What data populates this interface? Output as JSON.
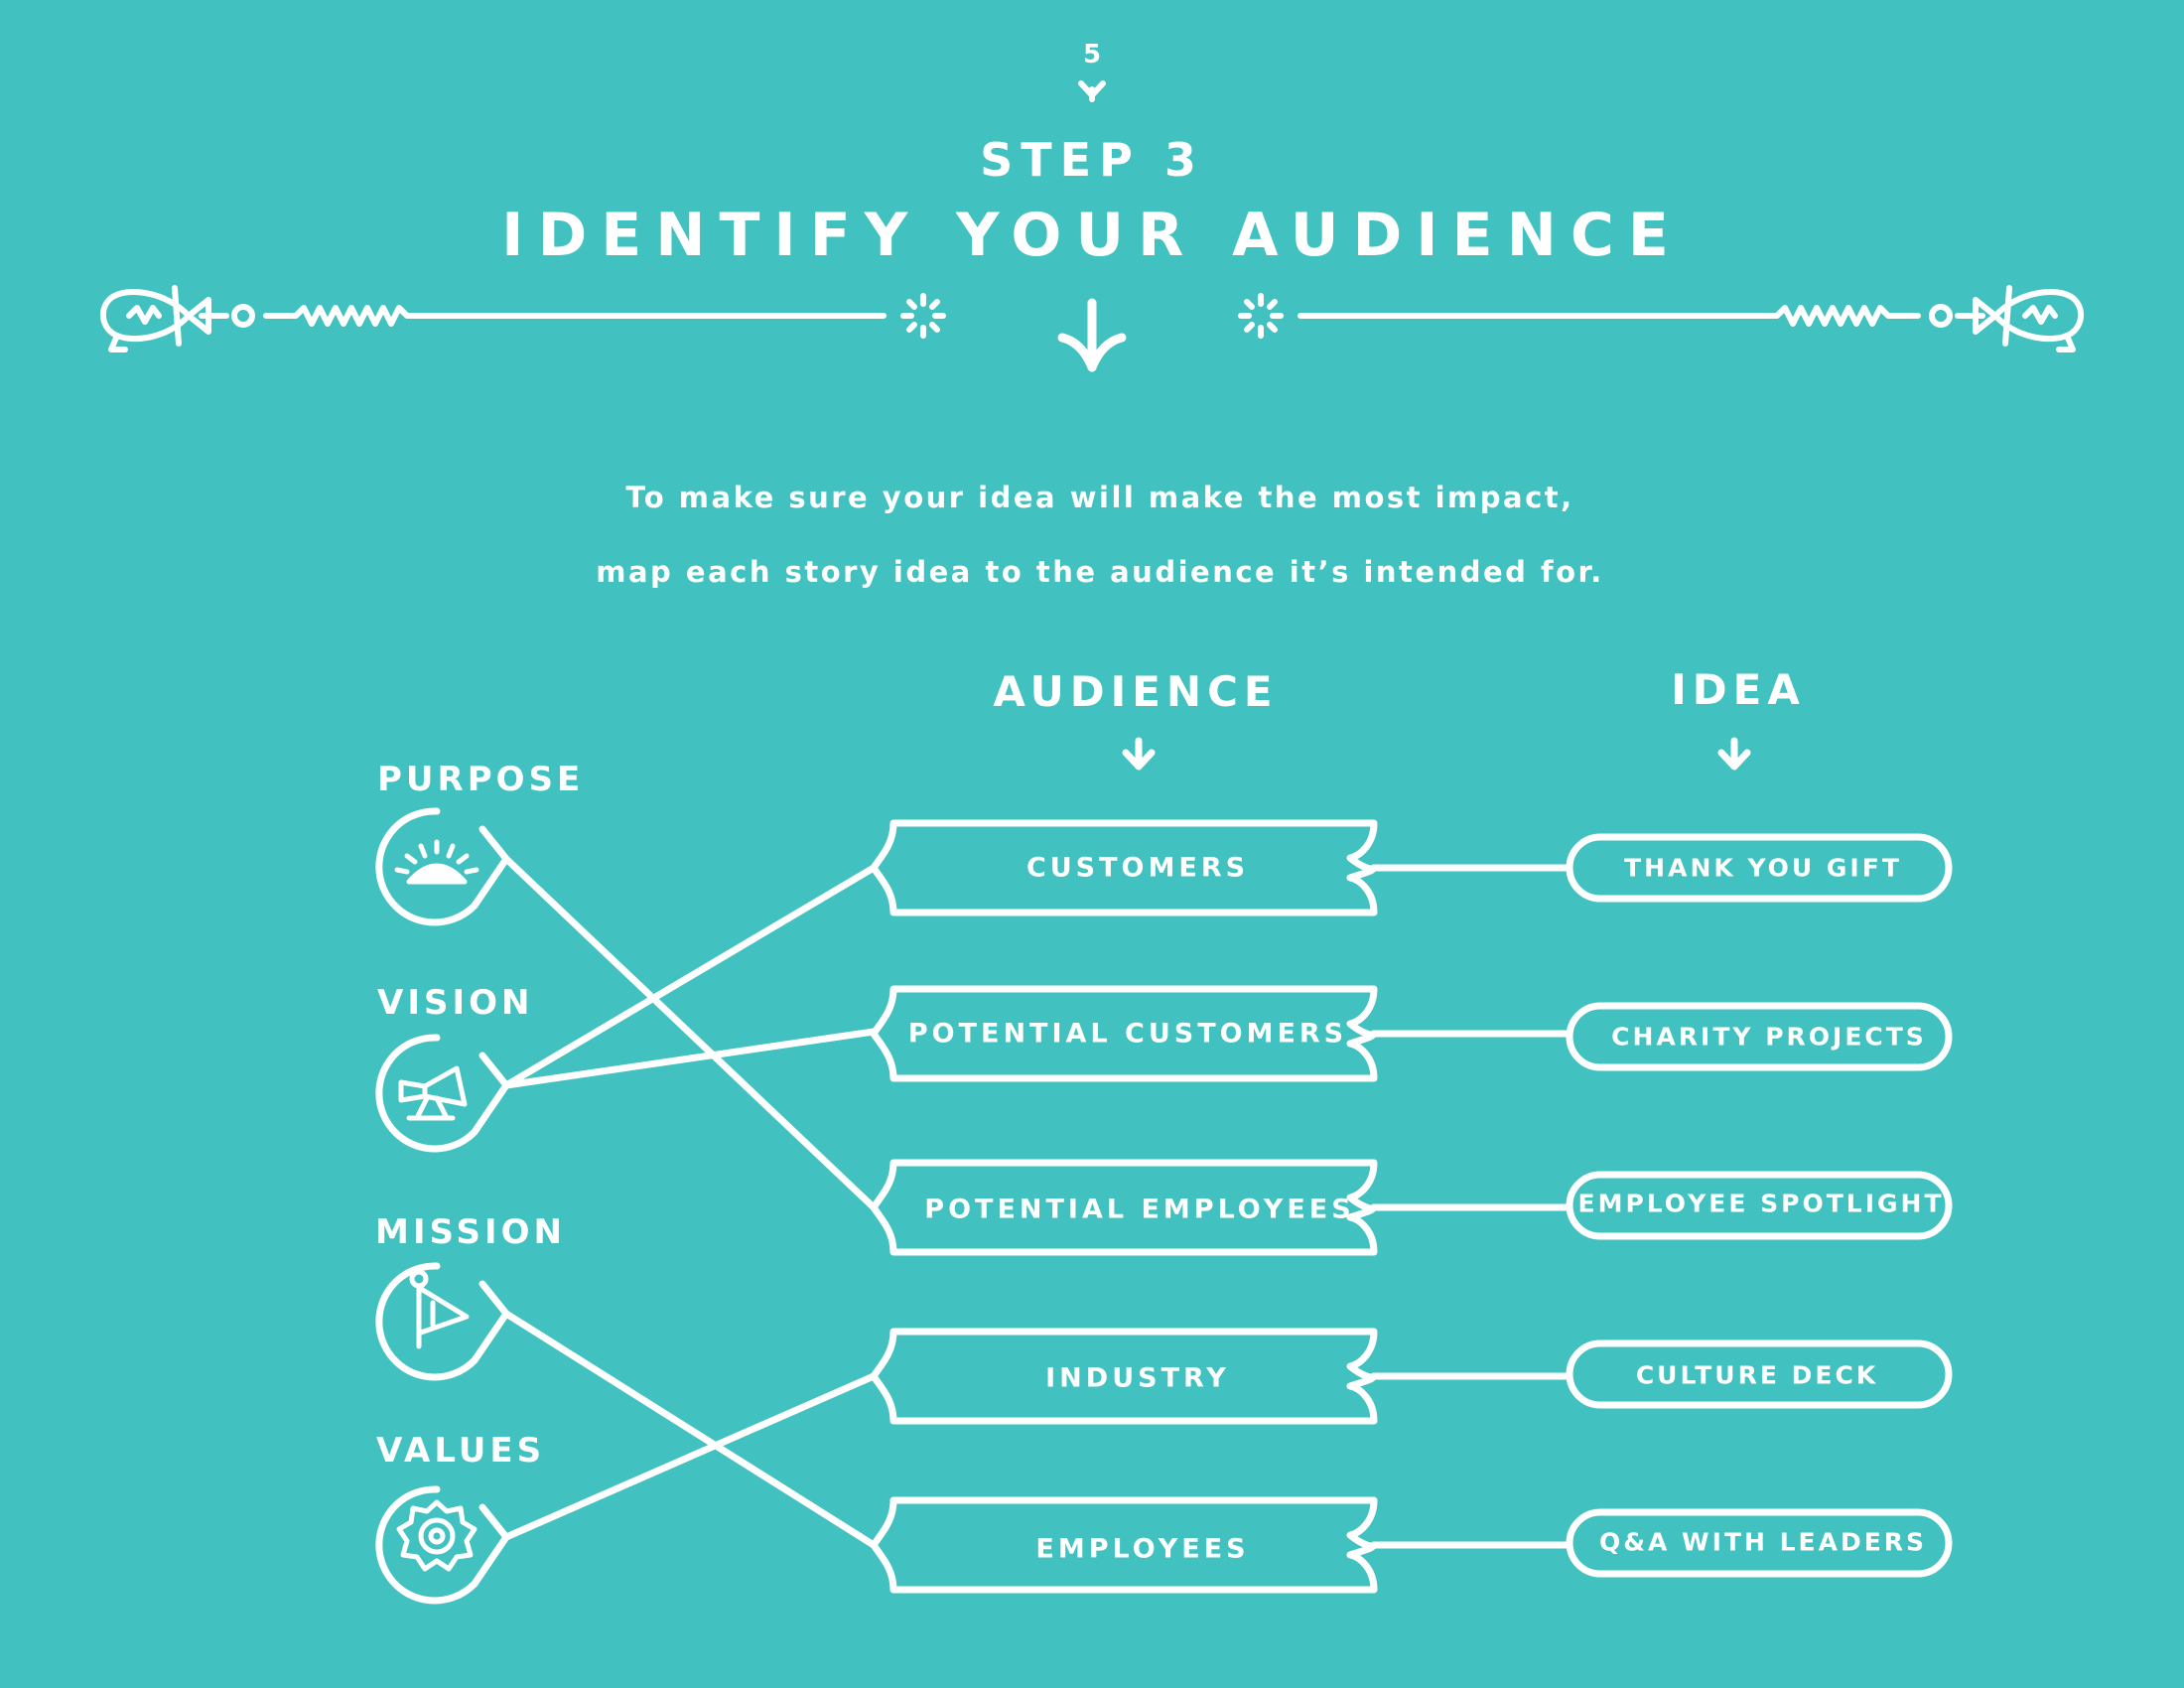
{
  "page": {
    "number": "5",
    "step": "STEP 3",
    "title": "IDENTIFY YOUR AUDIENCE"
  },
  "intro": {
    "line1": "To make sure your idea will make the most impact,",
    "line2": "map each story idea to the audience it’s intended for."
  },
  "columns": {
    "audience": "AUDIENCE",
    "idea": "IDEA"
  },
  "categories": [
    {
      "label": "PURPOSE",
      "icon": "sunrise-icon"
    },
    {
      "label": "VISION",
      "icon": "megaphone-icon"
    },
    {
      "label": "MISSION",
      "icon": "flag-icon"
    },
    {
      "label": "VALUES",
      "icon": "flower-badge-icon"
    }
  ],
  "audiences": [
    "CUSTOMERS",
    "POTENTIAL CUSTOMERS",
    "POTENTIAL EMPLOYEES",
    "INDUSTRY",
    "EMPLOYEES"
  ],
  "ideas": [
    "THANK YOU GIFT",
    "CHARITY PROJECTS",
    "EMPLOYEE SPOTLIGHT",
    "CULTURE DECK",
    "Q&A WITH LEADERS"
  ],
  "connections": [
    {
      "from": "PURPOSE",
      "to": "POTENTIAL EMPLOYEES"
    },
    {
      "from": "VISION",
      "to": "CUSTOMERS"
    },
    {
      "from": "VISION",
      "to": "POTENTIAL CUSTOMERS"
    },
    {
      "from": "MISSION",
      "to": "EMPLOYEES"
    },
    {
      "from": "VALUES",
      "to": "INDUSTRY"
    }
  ],
  "colors": {
    "background": "#41c1bf",
    "foreground": "#ffffff"
  }
}
